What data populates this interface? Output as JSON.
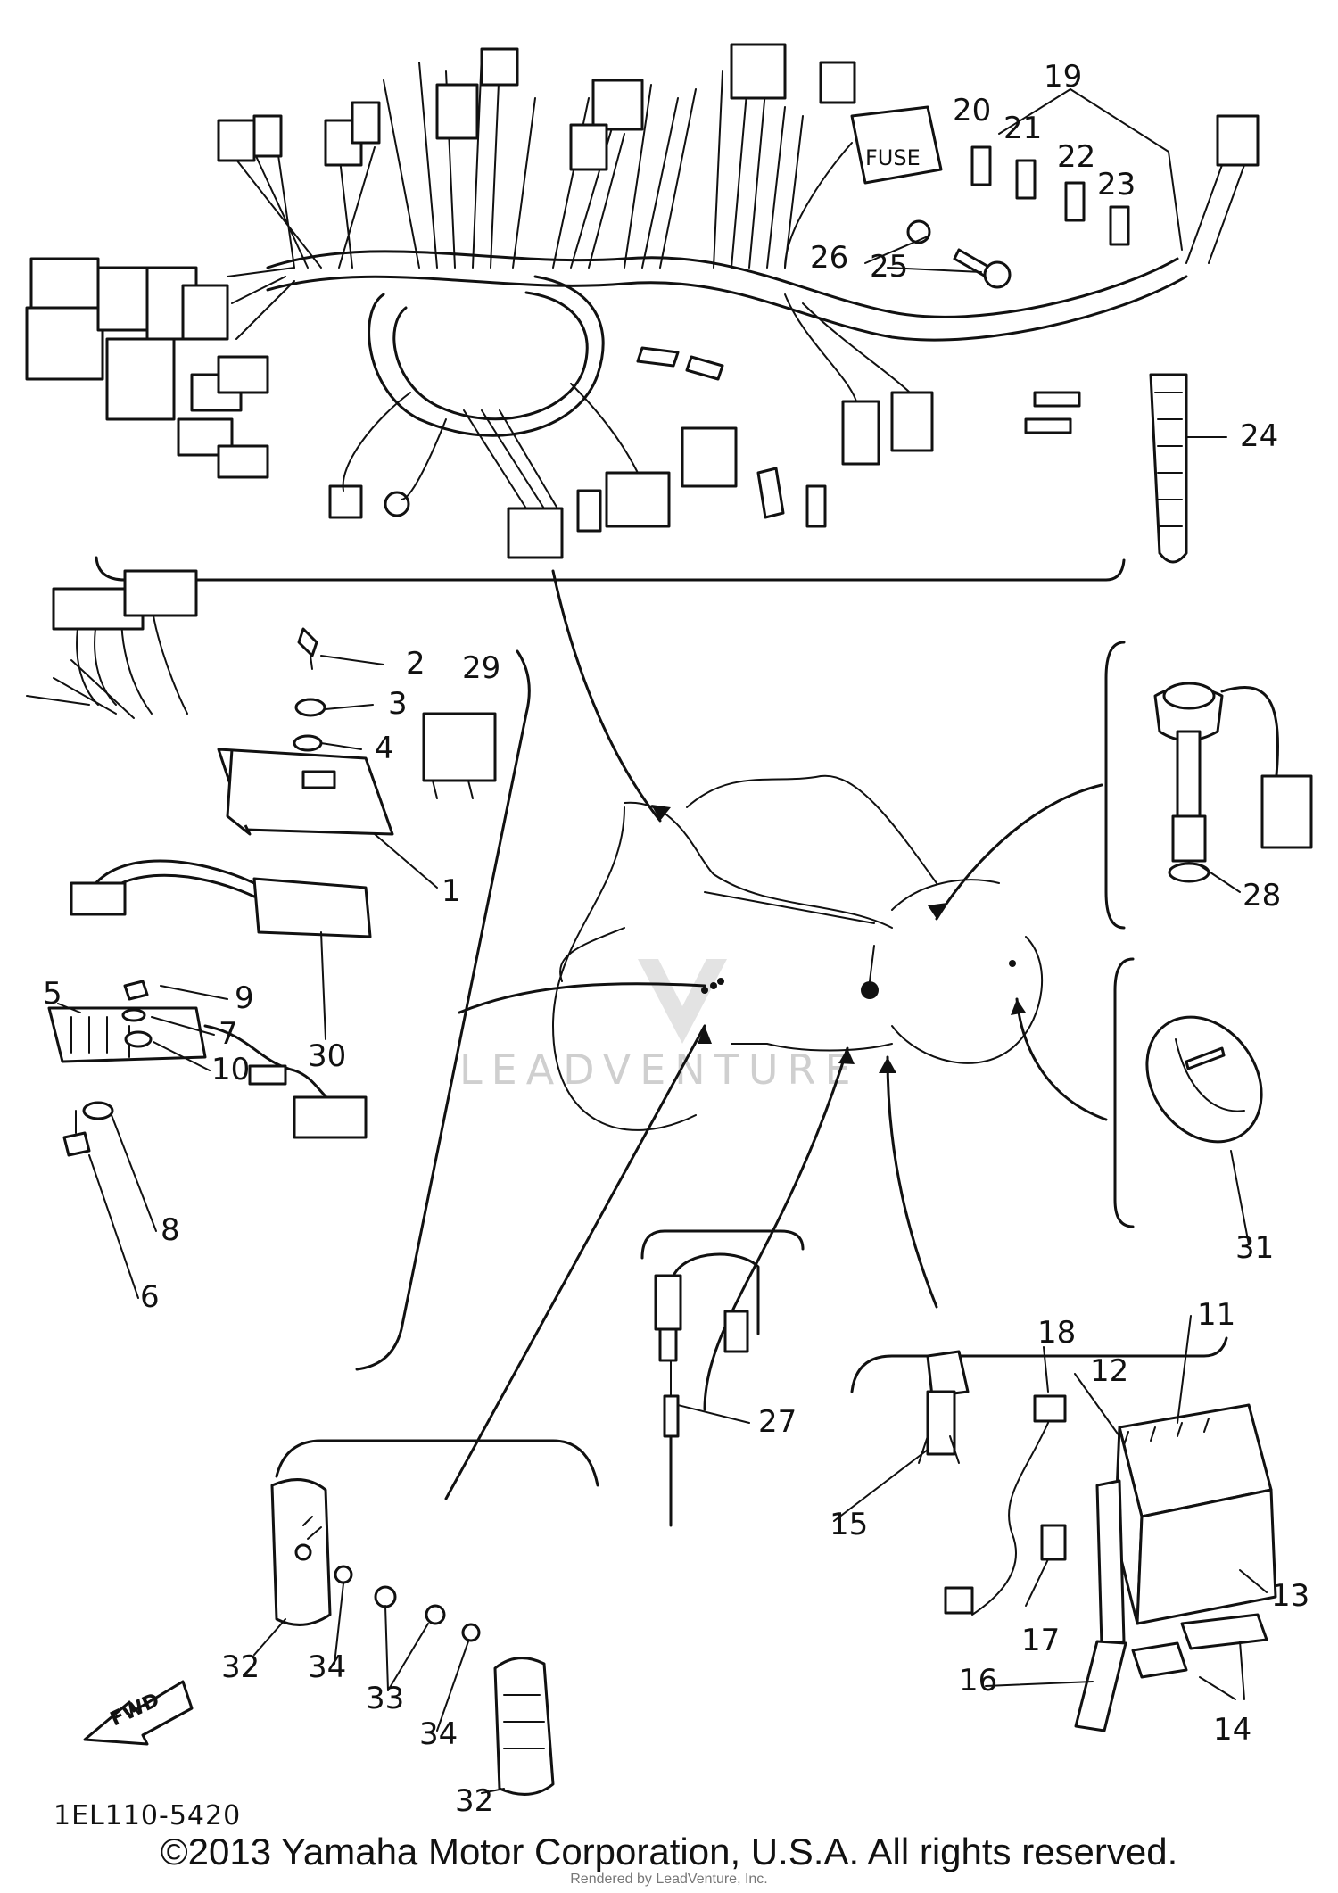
{
  "diagram": {
    "part_numbers": [
      "1",
      "2",
      "3",
      "4",
      "5",
      "6",
      "7",
      "8",
      "9",
      "10",
      "11",
      "12",
      "13",
      "14",
      "15",
      "16",
      "17",
      "18",
      "19",
      "20",
      "21",
      "22",
      "23",
      "24",
      "25",
      "26",
      "27",
      "28",
      "29",
      "30",
      "31",
      "32",
      "33",
      "34"
    ],
    "fuse_box_label": "FUSE",
    "arrow_label": "FWD",
    "reference_code": "1EL110-5420",
    "watermark": "LEADVENTURE",
    "copyright": "©2013 Yamaha Motor Corporation, U.S.A. All rights reserved.",
    "rendered_by": "Rendered by LeadVenture, Inc."
  }
}
